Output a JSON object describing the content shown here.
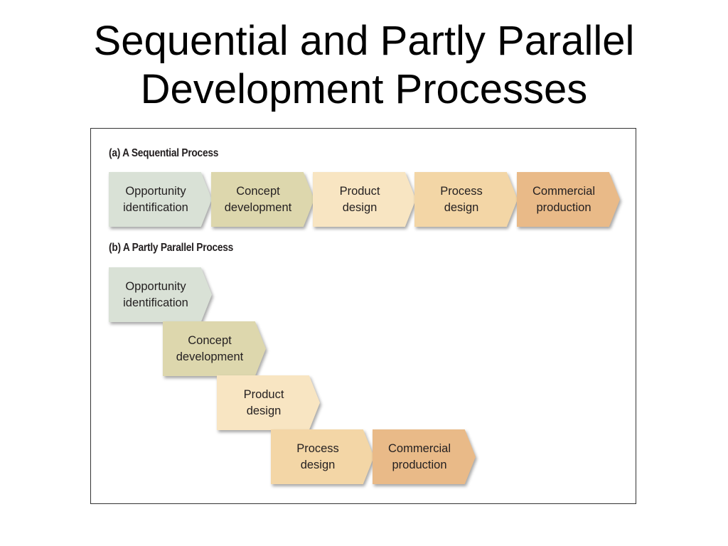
{
  "title": {
    "line1": "Sequential and Partly Parallel",
    "line2": "Development Processes"
  },
  "colors": {
    "opportunity": "#d9e1d6",
    "concept": "#ddd7ad",
    "product": "#f8e5c2",
    "process": "#f3d6a6",
    "commercial": "#e9ba88"
  },
  "sequential": {
    "label": "(a) A Sequential Process",
    "steps": [
      {
        "line1": "Opportunity",
        "line2": "identification"
      },
      {
        "line1": "Concept",
        "line2": "development"
      },
      {
        "line1": "Product",
        "line2": "design"
      },
      {
        "line1": "Process",
        "line2": "design"
      },
      {
        "line1": "Commercial",
        "line2": "production"
      }
    ]
  },
  "parallel": {
    "label": "(b) A Partly Parallel Process",
    "steps": [
      {
        "line1": "Opportunity",
        "line2": "identification"
      },
      {
        "line1": "Concept",
        "line2": "development"
      },
      {
        "line1": "Product",
        "line2": "design"
      },
      {
        "line1": "Process",
        "line2": "design"
      },
      {
        "line1": "Commercial",
        "line2": "production"
      }
    ]
  }
}
